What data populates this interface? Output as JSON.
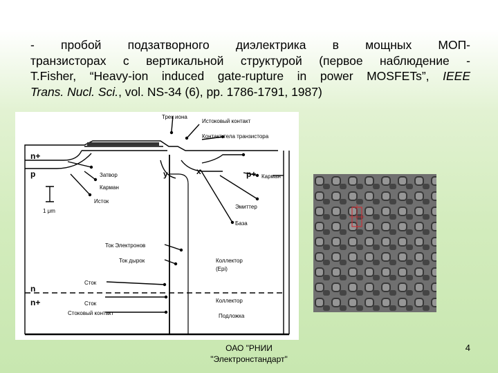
{
  "slide": {
    "line1": "- пробой подзатворного диэлектрика в мощных МОП-",
    "line2": "транзисторах с вертикальной структурой (первое наблюдение -",
    "line3": "T.Fisher, “Heavy-ion induced gate-rupture in power MOSFETs”, ",
    "line3_italic": "IEEE",
    "line4_italic": "Trans. Nucl. Sci.",
    "line4": ", vol. NS-34 (6), pp. 1786-1791, 1987)"
  },
  "figure": {
    "labels": {
      "ion_track": "Трек иона",
      "source_contact": "Истоковый контакт",
      "body_contact": "Контакт тела транзистора",
      "gate": "Затвор",
      "pocket_left": "Карман",
      "source_label": "Исток",
      "pocket_right": "Карман",
      "emitter": "Эмиттер",
      "base": "База",
      "electron_current": "Ток Электронов",
      "hole_current": "Ток дырок",
      "collector_epi": "Коллектор",
      "epi": "(Epi)",
      "drain1": "Сток",
      "collector2": "Коллектор",
      "drain2": "Сток",
      "drain_contact": "Стоковый контакт",
      "substrate": "Подложка",
      "n_plus_top": "n+",
      "p_left": "p",
      "p_plus": "p+",
      "n_layer": "n",
      "n_plus_bottom": "n+",
      "scale": "1 μm",
      "y_mark": "y",
      "x_mark": "x"
    }
  },
  "footer": {
    "org_line1": "ОАО \"РНИИ",
    "org_line2": "\"Электронстандарт\"",
    "page_number": "4"
  }
}
